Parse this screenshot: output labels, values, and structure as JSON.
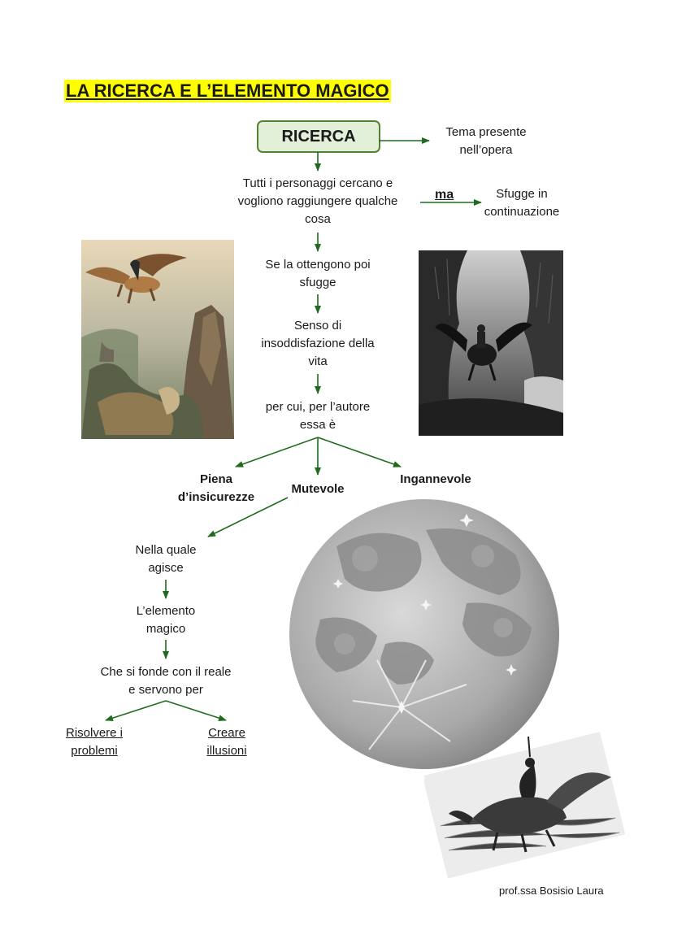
{
  "title": "LA RICERCA E L’ELEMENTO MAGICO",
  "root": "RICERCA",
  "root_note": [
    "Tema presente",
    "nell’opera"
  ],
  "step1": [
    "Tutti i personaggi cercano e",
    "vogliono raggiungere qualche",
    "cosa"
  ],
  "conjunction": "ma",
  "escape": [
    "Sfugge in",
    "continuazione"
  ],
  "step2": [
    "Se la ottengono poi",
    "sfugge"
  ],
  "step3": [
    "Senso di",
    "insoddisfazione della",
    "vita"
  ],
  "step4": [
    "per cui, per l’autore",
    "essa è"
  ],
  "qualities": {
    "left": [
      "Piena",
      "d’insicurezze"
    ],
    "middle": "Mutevole",
    "right": "Ingannevole"
  },
  "step5": [
    "Nella quale",
    "agisce"
  ],
  "step6": [
    "L’elemento",
    "magico"
  ],
  "step7": [
    "Che si fonde con il reale",
    "e servono per"
  ],
  "outcomes": {
    "left": [
      "Risolvere i",
      "problemi"
    ],
    "right": [
      "Creare",
      "illusioni"
    ]
  },
  "footer": "prof.ssa Bosisio Laura",
  "colors": {
    "arrow": "#1e6b1e",
    "highlight": "#ffff00",
    "box_fill": "#e2efd9",
    "box_border": "#548235"
  },
  "images": {
    "left": "hippogriff-flight-illustration",
    "right": "knight-riding-hippogriff-forest-engraving",
    "center": "moon",
    "bottom": "hippogriff-rider-engraving"
  }
}
